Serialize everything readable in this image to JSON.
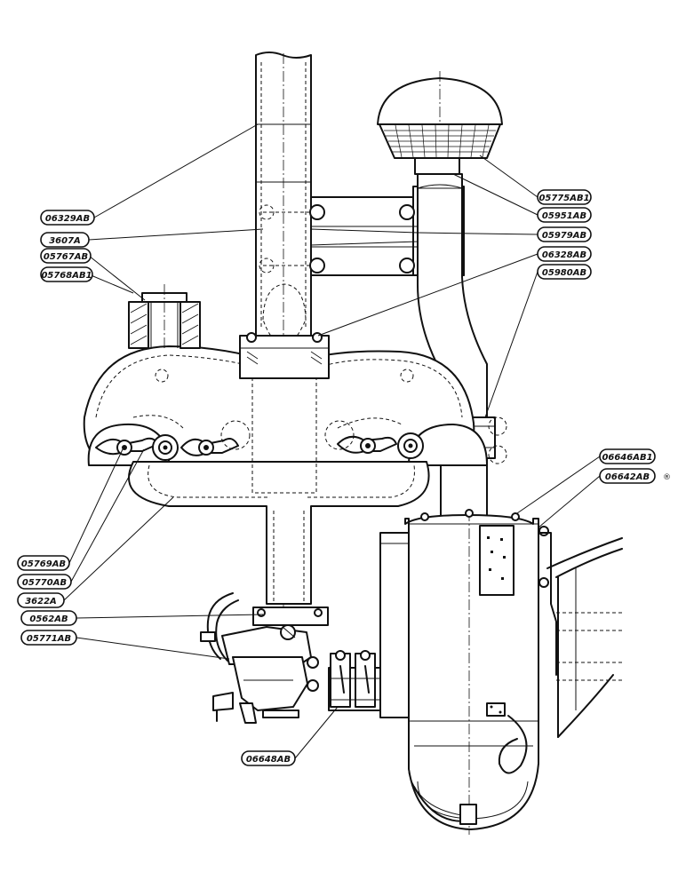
{
  "labels": [
    {
      "text": "06329AB"
    },
    {
      "text": "3607A"
    },
    {
      "text": "05767AB"
    },
    {
      "text": "05768AB1"
    },
    {
      "text": "05775AB1"
    },
    {
      "text": "05951AB"
    },
    {
      "text": "05979AB"
    },
    {
      "text": "06328AB"
    },
    {
      "text": "05980AB"
    },
    {
      "text": "06646AB1"
    },
    {
      "text": "06642AB"
    },
    {
      "text": "05769AB"
    },
    {
      "text": "05770AB"
    },
    {
      "text": "3622A"
    },
    {
      "text": "0562AB"
    },
    {
      "text": "05771AB"
    },
    {
      "text": "06648AB"
    }
  ],
  "registered_mark": "®"
}
